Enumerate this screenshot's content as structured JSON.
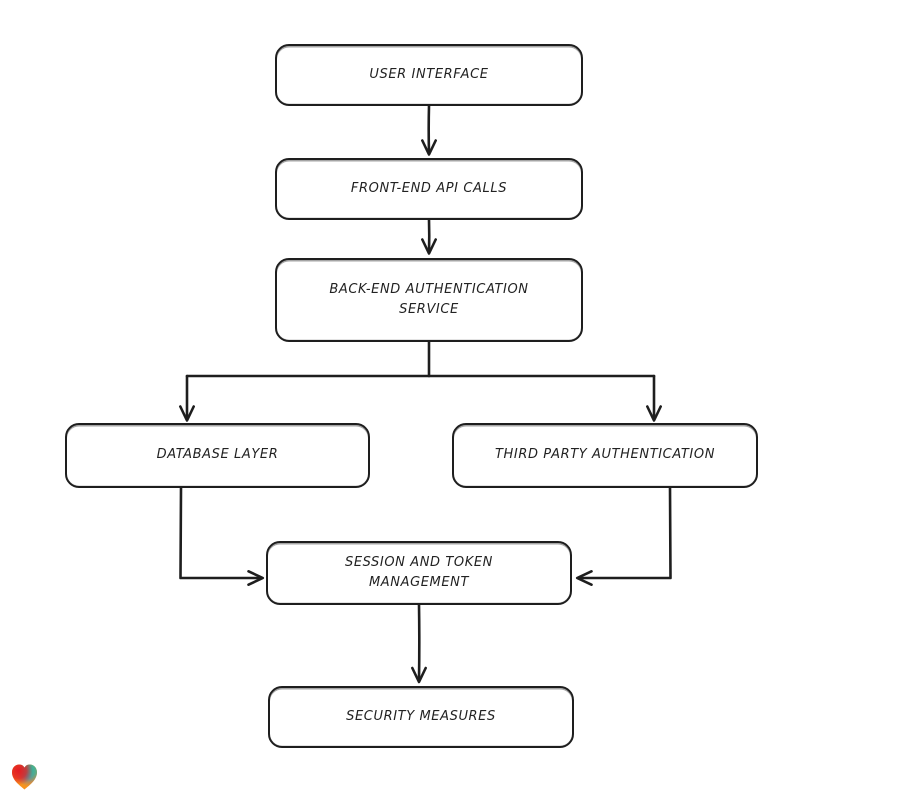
{
  "diagram": {
    "type": "flowchart",
    "style": "hand-drawn",
    "background_color": "#ffffff",
    "stroke_color": "#1e1e1e",
    "node_fill_color": "#ffffff",
    "nodes": [
      {
        "id": "user-interface",
        "label": "USER INTERFACE"
      },
      {
        "id": "front-end-api-calls",
        "label": "FRONT-END API CALLS"
      },
      {
        "id": "back-end-authentication-service",
        "label": "BACK-END AUTHENTICATION\nSERVICE"
      },
      {
        "id": "database-layer",
        "label": "DATABASE LAYER"
      },
      {
        "id": "third-party-authentication",
        "label": "THIRD PARTY AUTHENTICATION"
      },
      {
        "id": "session-and-token-management",
        "label": "SESSION AND TOKEN\nMANAGEMENT"
      },
      {
        "id": "security-measures",
        "label": "SECURITY MEASURES"
      }
    ],
    "edges": [
      {
        "from": "user-interface",
        "to": "front-end-api-calls"
      },
      {
        "from": "front-end-api-calls",
        "to": "back-end-authentication-service"
      },
      {
        "from": "back-end-authentication-service",
        "to": "database-layer"
      },
      {
        "from": "back-end-authentication-service",
        "to": "third-party-authentication"
      },
      {
        "from": "database-layer",
        "to": "session-and-token-management"
      },
      {
        "from": "third-party-authentication",
        "to": "session-and-token-management"
      },
      {
        "from": "session-and-token-management",
        "to": "security-measures"
      }
    ],
    "logo": {
      "name": "heart-logo",
      "colors": {
        "red": "#e31b23",
        "orange": "#f7941e",
        "teal": "#2bb7a3",
        "blue": "#3a7bd5"
      }
    }
  }
}
